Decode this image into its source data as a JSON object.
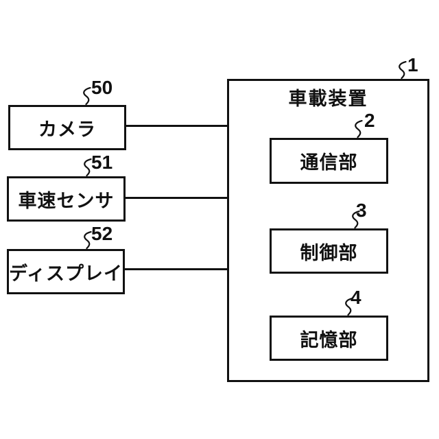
{
  "figure": {
    "colors": {
      "background": "#ffffff",
      "line": "#111111",
      "text": "#111111"
    },
    "device": {
      "ref": "1",
      "title": "車載装置"
    },
    "modules": [
      {
        "ref": "2",
        "label": "通信部"
      },
      {
        "ref": "3",
        "label": "制御部"
      },
      {
        "ref": "4",
        "label": "記憶部"
      }
    ],
    "peripherals": [
      {
        "ref": "50",
        "label": "カメラ"
      },
      {
        "ref": "51",
        "label": "車速センサ"
      },
      {
        "ref": "52",
        "label": "ディスプレイ"
      }
    ]
  }
}
